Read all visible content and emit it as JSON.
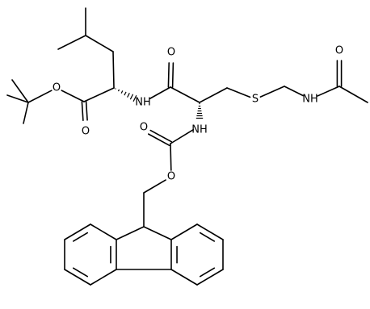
{
  "structure": {
    "atom_labels": [
      {
        "id": "o-ester",
        "text": "O"
      },
      {
        "id": "o-ester-carbonyl",
        "text": "O"
      },
      {
        "id": "nh-leu",
        "text": "NH"
      },
      {
        "id": "o-amide",
        "text": "O"
      },
      {
        "id": "nh-cys",
        "text": "NH"
      },
      {
        "id": "o-fmoc-carbonyl",
        "text": "O"
      },
      {
        "id": "o-fmoc-ether",
        "text": "O"
      },
      {
        "id": "s-thioether",
        "text": "S"
      },
      {
        "id": "nh-acm",
        "text": "NH"
      },
      {
        "id": "o-acetyl",
        "text": "O"
      }
    ]
  }
}
